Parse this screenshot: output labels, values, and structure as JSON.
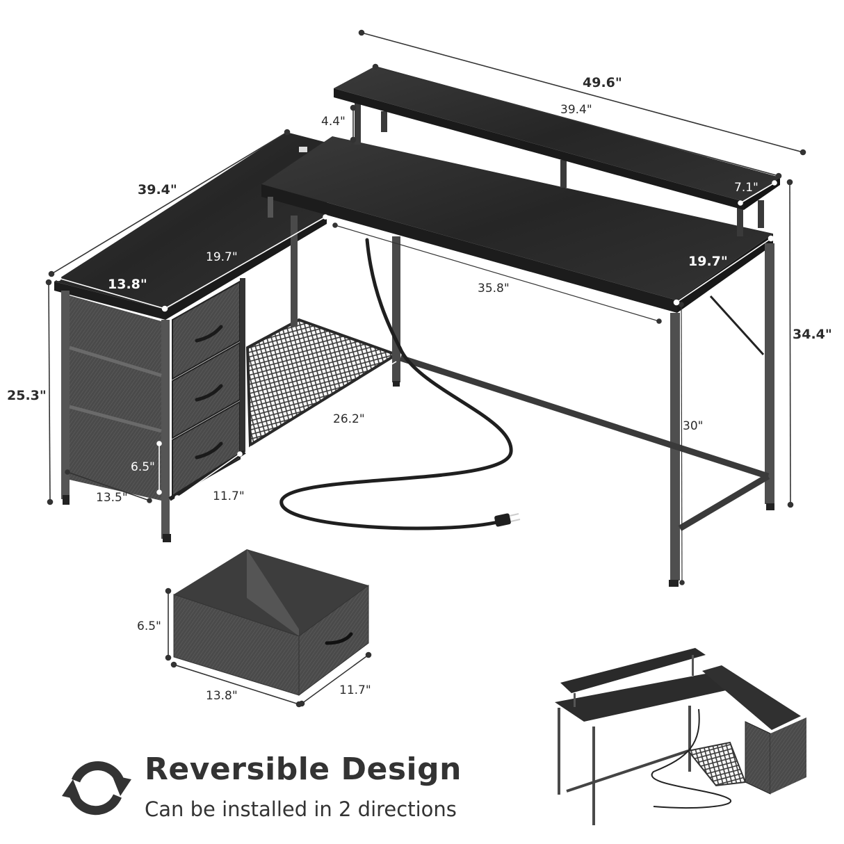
{
  "diagram": {
    "subject": "L-shaped desk with monitor stand, fabric drawers, mesh shelf and power outlet",
    "colors": {
      "background": "#ffffff",
      "wood": "#2a2a2a",
      "wood_edge": "#1a1a1a",
      "frame": "#3a3a3a",
      "fabric": "#4a4a4a",
      "text": "#2b2b2b",
      "dim_line": "#333333"
    },
    "dimensions": {
      "overall_length": "49.6\"",
      "monitor_stand_length": "39.4\"",
      "monitor_stand_height": "4.4\"",
      "monitor_stand_depth": "7.1\"",
      "side_length": "39.4\"",
      "side_inner_depth": "19.7\"",
      "side_width": "13.8\"",
      "main_desk_depth": "19.7\"",
      "legroom_width": "35.8\"",
      "overall_height": "34.4\"",
      "desk_height": "30\"",
      "cabinet_height": "25.3\"",
      "shelf_length": "26.2\"",
      "drawer_height": "6.5\"",
      "cabinet_side_depth": "13.5\"",
      "drawer_front_width": "11.7\""
    },
    "drawer_detail": {
      "height": "6.5\"",
      "length": "13.8\"",
      "width": "11.7\""
    }
  },
  "footer": {
    "icon": "reverse-arrows-icon",
    "title": "Reversible Design",
    "subtitle": "Can be installed in 2 directions"
  }
}
